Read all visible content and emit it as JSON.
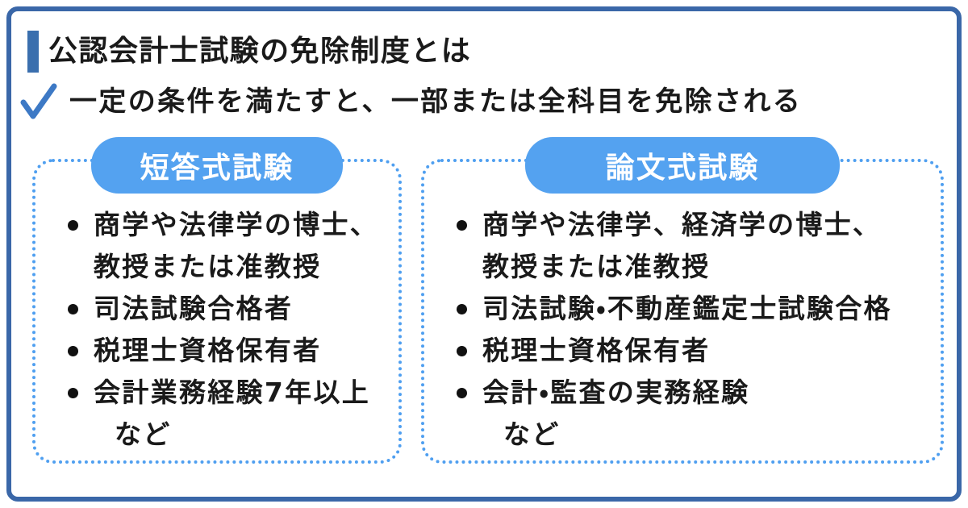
{
  "page": {
    "title": "公認会計士試験の免除制度とは",
    "subtitle": "一定の条件を満たすと、一部または全科目を免除される"
  },
  "cards": [
    {
      "header": "短答式試験",
      "items": [
        [
          "商学や法律学の博士、",
          "教授または准教授"
        ],
        [
          "司法試験合格者"
        ],
        [
          "税理士資格保有者"
        ],
        [
          "会計業務経験7年以上"
        ]
      ],
      "more": "など"
    },
    {
      "header": "論文式試験",
      "items": [
        [
          "商学や法律学、経済学の博士、",
          "教授または准教授"
        ],
        [
          "司法試験・不動産鑑定士試験合格"
        ],
        [
          "税理士資格保有者"
        ],
        [
          "会計・監査の実務経験"
        ]
      ],
      "more": "など"
    }
  ],
  "icons": {
    "title_marker": "vertical-bar",
    "subtitle_check": "checkmark"
  },
  "colors": {
    "outer_border": "#3a67a8",
    "title_marker": "#3a6fae",
    "checkmark": "#3d79c5",
    "pill_background": "#54a2f0",
    "pill_text": "#ffffff",
    "dotted_border": "#4f9ff0",
    "body_text": "#1a1a1a",
    "background": "#ffffff"
  }
}
